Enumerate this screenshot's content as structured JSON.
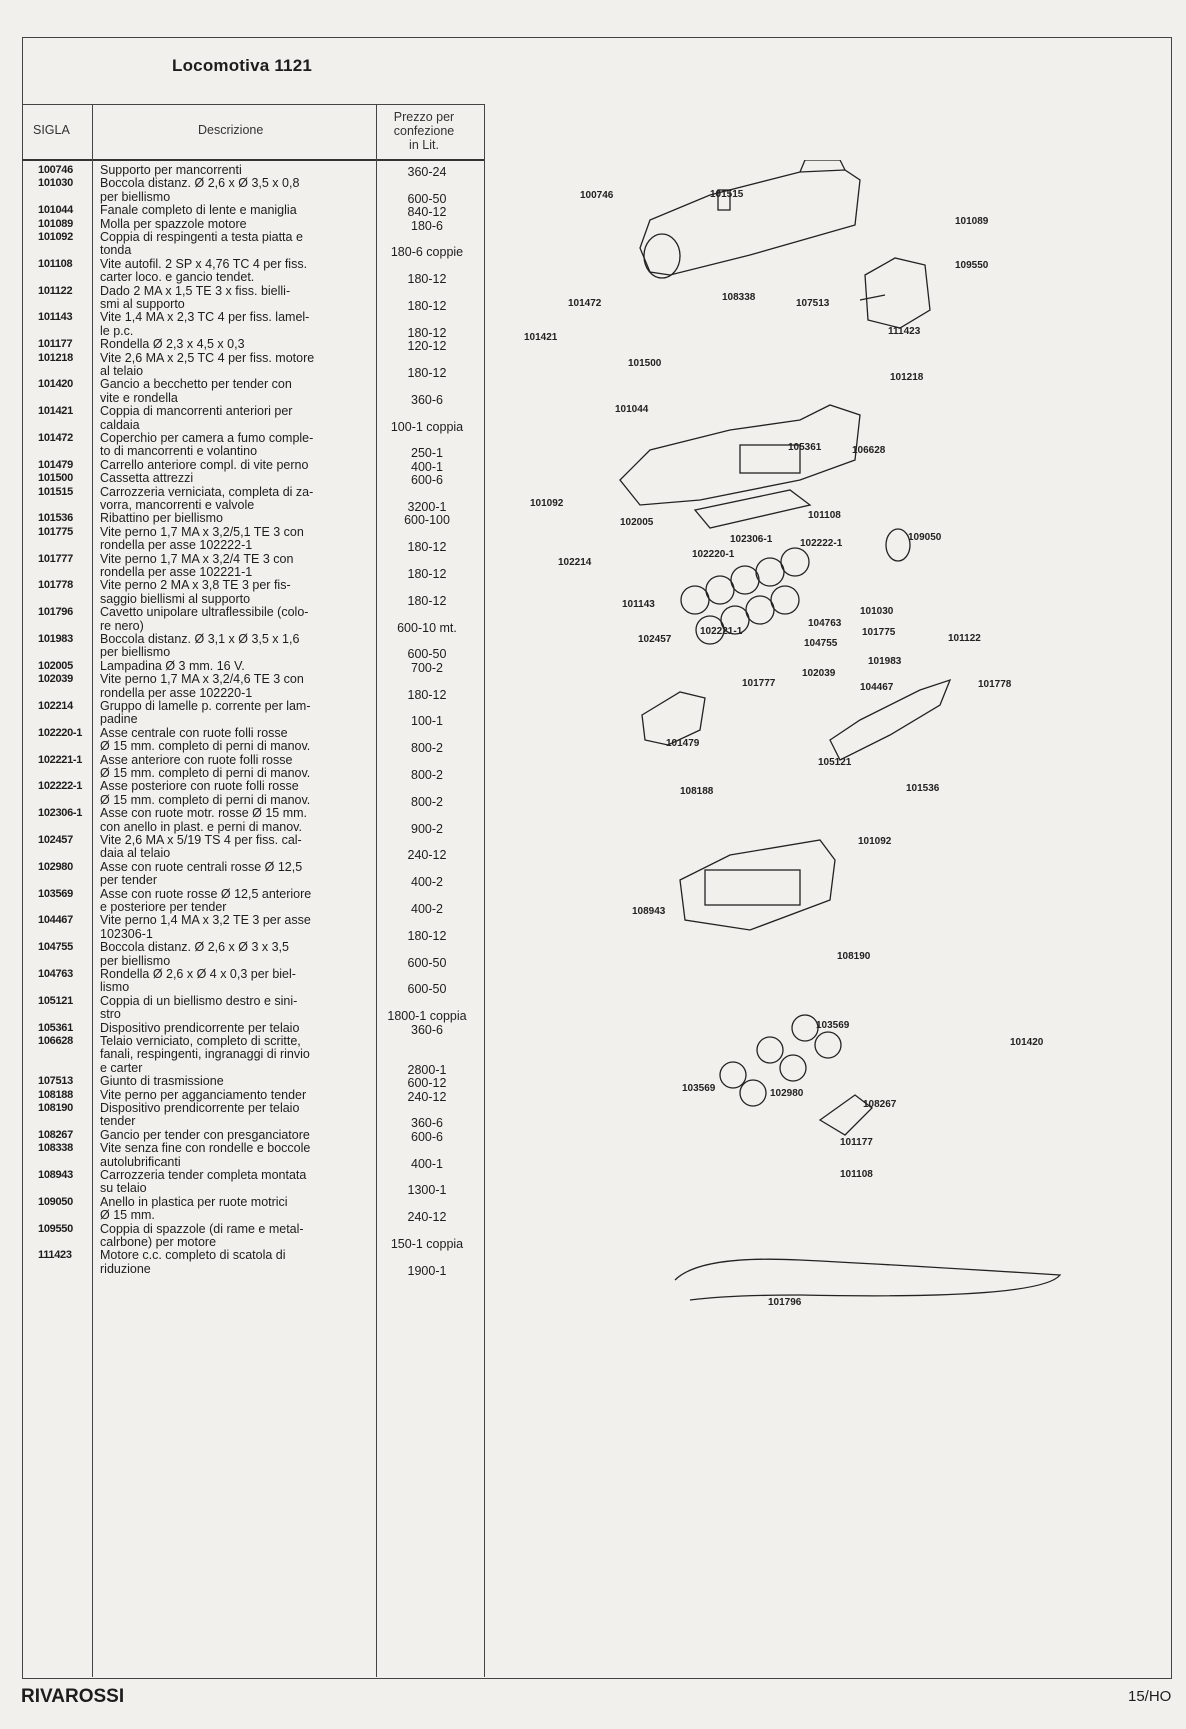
{
  "title": "Locomotiva 1121",
  "columns": {
    "sigla": "SIGLA",
    "descrizione": "Descrizione",
    "prezzo": [
      "Prezzo per",
      "confezione",
      "in Lit."
    ]
  },
  "rows": [
    {
      "code": "100746",
      "desc": "Supporto per mancorrenti",
      "price": "360-24"
    },
    {
      "code": "101030",
      "desc": "Boccola distanz. Ø 2,6 x Ø 3,5 x 0,8\nper biellismo",
      "price": "600-50"
    },
    {
      "code": "101044",
      "desc": "Fanale completo di lente e maniglia",
      "price": "840-12"
    },
    {
      "code": "101089",
      "desc": "Molla per spazzole motore",
      "price": "180-6"
    },
    {
      "code": "101092",
      "desc": "Coppia di respingenti a testa piatta e\ntonda",
      "price": "180-6 coppie"
    },
    {
      "code": "101108",
      "desc": "Vite autofil. 2 SP x 4,76 TC 4 per fiss.\ncarter loco. e gancio tendet.",
      "price": "180-12"
    },
    {
      "code": "101122",
      "desc": "Dado 2 MA x 1,5 TE 3 x fiss. bielli-\nsmi al supporto",
      "price": "180-12"
    },
    {
      "code": "101143",
      "desc": "Vite 1,4 MA x 2,3 TC 4 per fiss. lamel-\nle p.c.",
      "price": "180-12"
    },
    {
      "code": "101177",
      "desc": "Rondella Ø 2,3 x 4,5 x 0,3",
      "price": "120-12"
    },
    {
      "code": "101218",
      "desc": "Vite 2,6 MA x 2,5 TC 4 per fiss. motore\nal telaio",
      "price": "180-12"
    },
    {
      "code": "101420",
      "desc": "Gancio a becchetto per tender con\nvite e rondella",
      "price": "360-6"
    },
    {
      "code": "101421",
      "desc": "Coppia di mancorrenti anteriori per\ncaldaia",
      "price": "100-1 coppia"
    },
    {
      "code": "101472",
      "desc": "Coperchio per camera a fumo comple-\nto di mancorrenti e volantino",
      "price": "250-1"
    },
    {
      "code": "101479",
      "desc": "Carrello anteriore compl. di vite perno",
      "price": "400-1"
    },
    {
      "code": "101500",
      "desc": "Cassetta attrezzi",
      "price": "600-6"
    },
    {
      "code": "101515",
      "desc": "Carrozzeria verniciata, completa di za-\nvorra, mancorrenti e valvole",
      "price": "3200-1"
    },
    {
      "code": "101536",
      "desc": "Ribattino per biellismo",
      "price": "600-100"
    },
    {
      "code": "101775",
      "desc": "Vite perno 1,7 MA x 3,2/5,1 TE 3 con\nrondella per asse 102222-1",
      "price": "180-12"
    },
    {
      "code": "101777",
      "desc": "Vite perno 1,7 MA x 3,2/4 TE 3 con\nrondella per asse 102221-1",
      "price": "180-12"
    },
    {
      "code": "101778",
      "desc": "Vite perno 2 MA x 3,8 TE 3 per fis-\nsaggio biellismi al supporto",
      "price": "180-12"
    },
    {
      "code": "101796",
      "desc": "Cavetto unipolare ultraflessibile (colo-\nre nero)",
      "price": "600-10 mt."
    },
    {
      "code": "101983",
      "desc": "Boccola distanz. Ø 3,1 x Ø 3,5 x 1,6\nper biellismo",
      "price": "600-50"
    },
    {
      "code": "102005",
      "desc": "Lampadina Ø 3 mm. 16 V.",
      "price": "700-2"
    },
    {
      "code": "102039",
      "desc": "Vite perno 1,7 MA x 3,2/4,6 TE 3 con\nrondella per asse 102220-1",
      "price": "180-12"
    },
    {
      "code": "102214",
      "desc": "Gruppo di lamelle p. corrente per lam-\npadine",
      "price": "100-1"
    },
    {
      "code": "102220-1",
      "desc": "Asse centrale con ruote folli rosse\nØ 15 mm. completo di perni di manov.",
      "price": "800-2"
    },
    {
      "code": "102221-1",
      "desc": "Asse anteriore con ruote folli rosse\nØ 15 mm. completo di perni di manov.",
      "price": "800-2"
    },
    {
      "code": "102222-1",
      "desc": "Asse posteriore con ruote folli rosse\nØ 15 mm. completo di perni di manov.",
      "price": "800-2"
    },
    {
      "code": "102306-1",
      "desc": "Asse con ruote motr. rosse Ø 15 mm.\ncon anello in plast. e perni di manov.",
      "price": "900-2"
    },
    {
      "code": "102457",
      "desc": "Vite 2,6 MA x 5/19 TS 4 per fiss. cal-\ndaia al telaio",
      "price": "240-12"
    },
    {
      "code": "102980",
      "desc": "Asse con ruote centrali rosse Ø 12,5\nper tender",
      "price": "400-2"
    },
    {
      "code": "103569",
      "desc": "Asse con ruote rosse Ø 12,5 anteriore\ne posteriore per tender",
      "price": "400-2"
    },
    {
      "code": "104467",
      "desc": "Vite perno 1,4 MA x 3,2 TE 3 per asse\n102306-1",
      "price": "180-12"
    },
    {
      "code": "104755",
      "desc": "Boccola distanz. Ø 2,6 x Ø 3 x 3,5\nper biellismo",
      "price": "600-50"
    },
    {
      "code": "104763",
      "desc": "Rondella Ø 2,6 x Ø 4 x 0,3 per biel-\nlismo",
      "price": "600-50"
    },
    {
      "code": "105121",
      "desc": "Coppia di un biellismo destro e sini-\nstro",
      "price": "1800-1 coppia"
    },
    {
      "code": "105361",
      "desc": "Dispositivo prendicorrente per telaio",
      "price": "360-6"
    },
    {
      "code": "106628",
      "desc": "Telaio verniciato, completo di scritte,\nfanali, respingenti, ingranaggi di rinvio\ne carter",
      "price": "2800-1"
    },
    {
      "code": "107513",
      "desc": "Giunto di trasmissione",
      "price": "600-12"
    },
    {
      "code": "108188",
      "desc": "Vite perno per agganciamento tender",
      "price": "240-12"
    },
    {
      "code": "108190",
      "desc": "Dispositivo prendicorrente per telaio\ntender",
      "price": "360-6"
    },
    {
      "code": "108267",
      "desc": "Gancio per tender con presganciatore",
      "price": "600-6"
    },
    {
      "code": "108338",
      "desc": "Vite senza fine con rondelle e boccole\nautolubrificanti",
      "price": "400-1"
    },
    {
      "code": "108943",
      "desc": "Carrozzeria tender completa montata\nsu telaio",
      "price": "1300-1"
    },
    {
      "code": "109050",
      "desc": "Anello in plastica per ruote motrici\nØ 15 mm.",
      "price": "240-12"
    },
    {
      "code": "109550",
      "desc": "Coppia di spazzole (di rame e metal-\ncalrbone) per motore",
      "price": "150-1 coppia"
    },
    {
      "code": "111423",
      "desc": "Motore c.c. completo di scatola di\nriduzione",
      "price": "1900-1"
    }
  ],
  "diagram_labels": [
    "100746",
    "101515",
    "101089",
    "109550",
    "101472",
    "108338",
    "107513",
    "111423",
    "101421",
    "101500",
    "101218",
    "101044",
    "105361",
    "106628",
    "101092",
    "102005",
    "101108",
    "109050",
    "102306-1",
    "102222-1",
    "102214",
    "102220-1",
    "101143",
    "101030",
    "104763",
    "101775",
    "101122",
    "102457",
    "102221-1",
    "104755",
    "101983",
    "101777",
    "102039",
    "104467",
    "101778",
    "101479",
    "105121",
    "101536",
    "108188",
    "101092",
    "108943",
    "108190",
    "103569",
    "101420",
    "103569",
    "102980",
    "108267",
    "101177",
    "101108",
    "101796"
  ],
  "footer": {
    "brand": "RIVAROSSI",
    "page": "15/HO"
  }
}
